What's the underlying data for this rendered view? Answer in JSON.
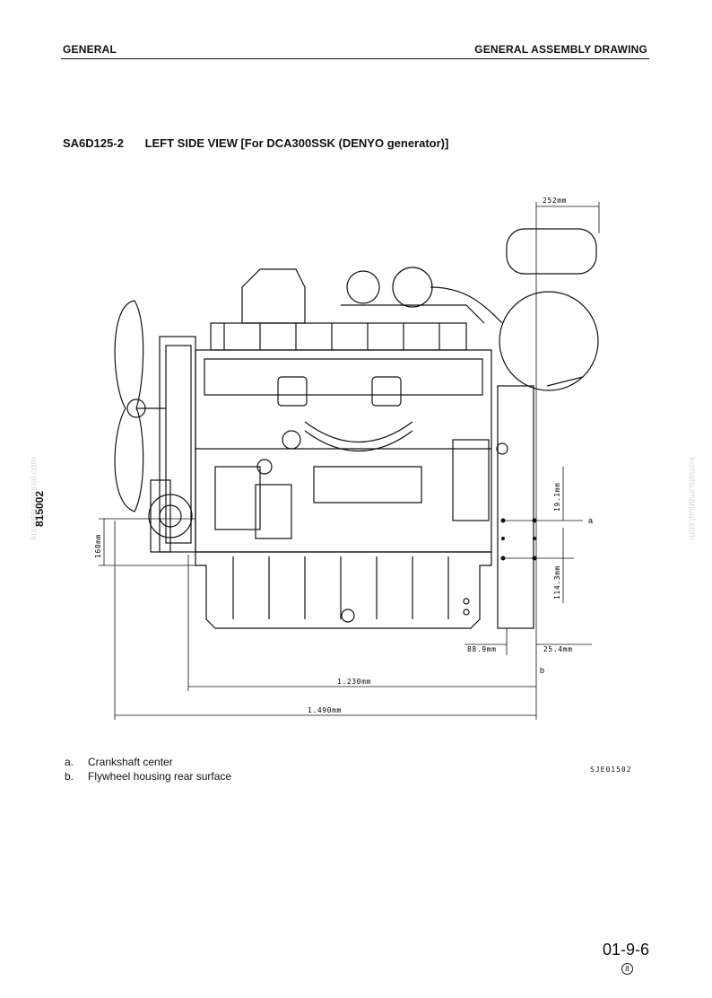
{
  "header": {
    "left": "GENERAL",
    "right": "GENERAL ASSEMBLY DRAWING"
  },
  "title": {
    "model": "SA6D125-2",
    "text": "LEFT SIDE VIEW [For DCA300SSK (DENYO generator)]"
  },
  "drawing": {
    "dimensions": {
      "d252": "252mm",
      "d19_1": "19.1mm",
      "d114_3": "114.3mm",
      "d160": "160mm",
      "d88_9": "88.9mm",
      "d25_4": "25.4mm",
      "d1230": "1.230mm",
      "d1490": "1.490mm"
    },
    "markers": {
      "a": "a",
      "b": "b"
    }
  },
  "legend": [
    {
      "key": "a.",
      "text": "Crankshaft center"
    },
    {
      "key": "b.",
      "text": "Flywheel housing rear surface"
    }
  ],
  "figure_id": "SJE01502",
  "side_code": "815002",
  "watermark": "komatsumanual.com",
  "page": {
    "number": "01-9-6",
    "revision": "8"
  }
}
